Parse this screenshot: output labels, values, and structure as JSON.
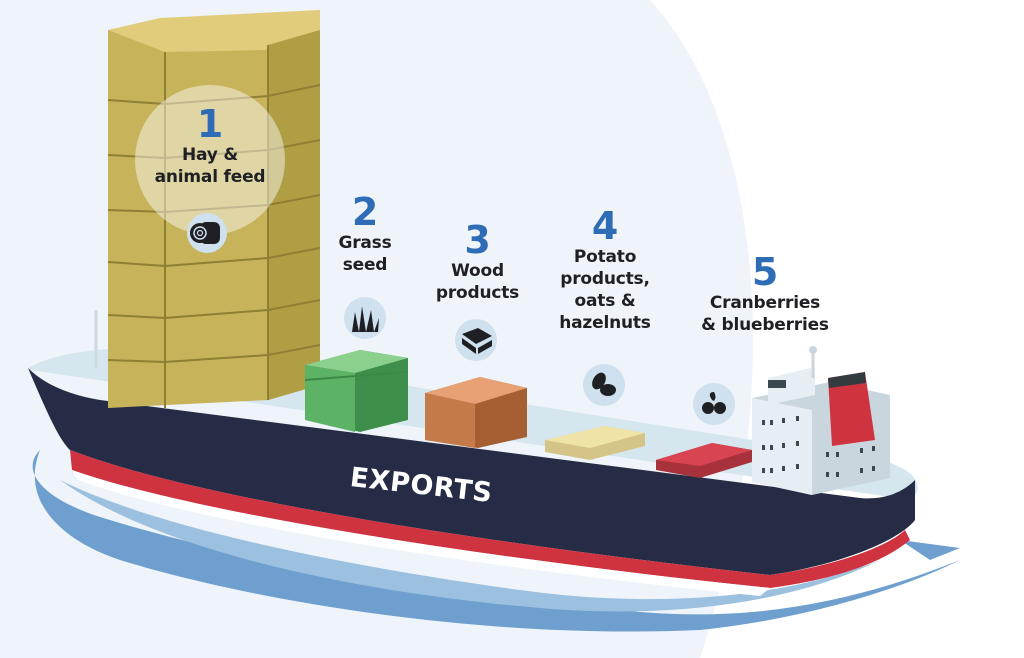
{
  "title": "Exports ship",
  "hull_label": "EXPORTS",
  "items": [
    {
      "number": "1",
      "label_line1": "Hay &",
      "label_line2": "animal feed",
      "icon": "hay-bale-icon",
      "color": "#c7b35a"
    },
    {
      "number": "2",
      "label_line1": "Grass",
      "label_line2": "seed",
      "icon": "grass-icon",
      "color": "#5cb366"
    },
    {
      "number": "3",
      "label_line1": "Wood",
      "label_line2": "products",
      "icon": "lumber-icon",
      "color": "#c57a4a"
    },
    {
      "number": "4",
      "label_line1": "Potato",
      "label_line2": "products,",
      "label_line3": "oats &",
      "label_line4": "hazelnuts",
      "icon": "potato-icon",
      "color": "#f0e3a8"
    },
    {
      "number": "5",
      "label_line1": "Cranberries",
      "label_line2": "& blueberries",
      "icon": "berries-icon",
      "color": "#d94452"
    }
  ],
  "colors": {
    "hull": "#262c45",
    "hull_stripe": "#cf3340",
    "deck": "#d6e6ef",
    "water": "#6e9fcf",
    "number": "#2e6db6",
    "background_arc": "#eef4f9"
  }
}
